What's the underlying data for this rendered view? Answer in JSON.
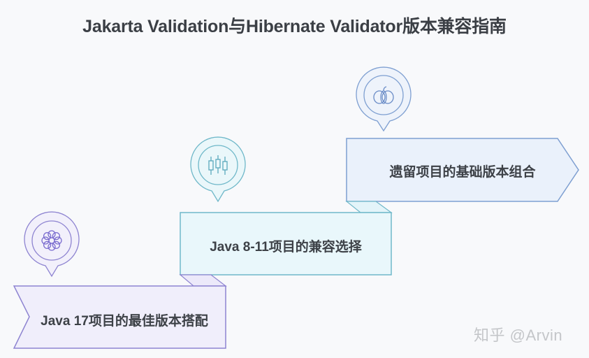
{
  "title": "Jakarta Validation与Hibernate Validator版本兼容指南",
  "steps": [
    {
      "label": "Java 17项目的最佳版本搭配",
      "icon": "flower-icon",
      "fill": "#f0eefb",
      "stroke": "#8e84d1",
      "icon_color": "#7a6ccf"
    },
    {
      "label": "Java 8-11项目的兼容选择",
      "icon": "candlestick-chart-icon",
      "fill": "#e9f7fb",
      "stroke": "#6fb8c9",
      "icon_color": "#5aa9bc"
    },
    {
      "label": "遗留项目的基础版本组合",
      "icon": "pumpkin-icon",
      "fill": "#eaf1fb",
      "stroke": "#7e9fd1",
      "icon_color": "#6a8cc7"
    }
  ],
  "watermark": "知乎 @Arvin"
}
